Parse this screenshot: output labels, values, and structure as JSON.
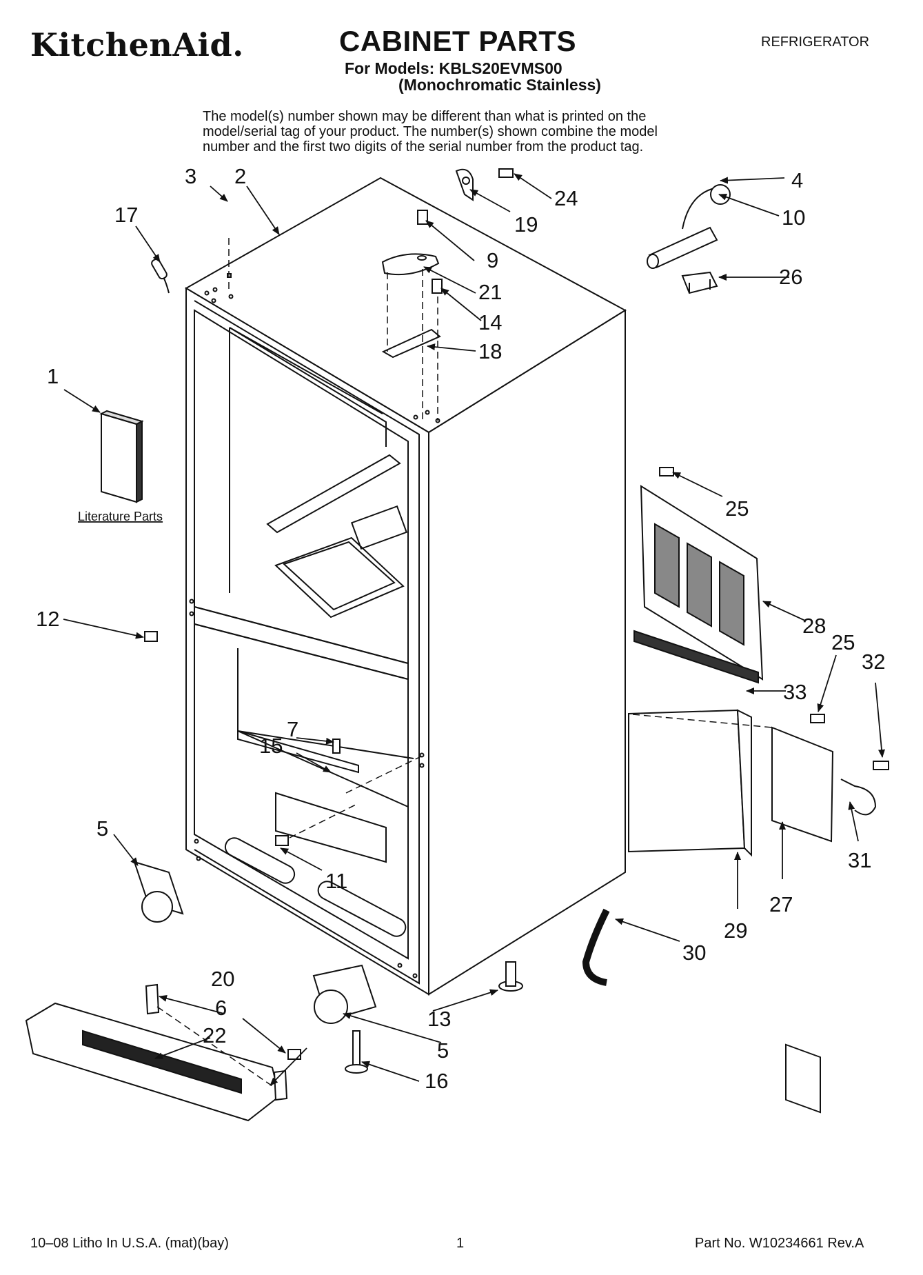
{
  "header": {
    "brand": "KitchenAid.",
    "title": "CABINET PARTS",
    "models_line": "For Models: KBLS20EVMS00",
    "variant_line": "(Monochromatic Stainless)",
    "category": "REFRIGERATOR"
  },
  "disclaimer": [
    "The model(s) number shown may be different than what is printed on the",
    "model/serial tag of your product. The number(s) shown combine the model",
    "number and the first two digits of the serial number from the product tag."
  ],
  "diagram": {
    "literature_label": "Literature Parts",
    "callouts": {
      "c1": "1",
      "c2": "2",
      "c3": "3",
      "c4": "4",
      "c5a": "5",
      "c5b": "5",
      "c6": "6",
      "c7": "7",
      "c9": "9",
      "c10": "10",
      "c11": "11",
      "c12": "12",
      "c13": "13",
      "c14": "14",
      "c15": "15",
      "c16": "16",
      "c17": "17",
      "c18": "18",
      "c19": "19",
      "c20": "20",
      "c21": "21",
      "c22": "22",
      "c24": "24",
      "c25a": "25",
      "c25b": "25",
      "c26": "26",
      "c27": "27",
      "c28": "28",
      "c29": "29",
      "c30": "30",
      "c31": "31",
      "c32": "32",
      "c33": "33"
    }
  },
  "footer": {
    "left": "10–08 Litho In U.S.A. (mat)(bay)",
    "page": "1",
    "part_no": "Part No. W10234661 Rev.A"
  }
}
